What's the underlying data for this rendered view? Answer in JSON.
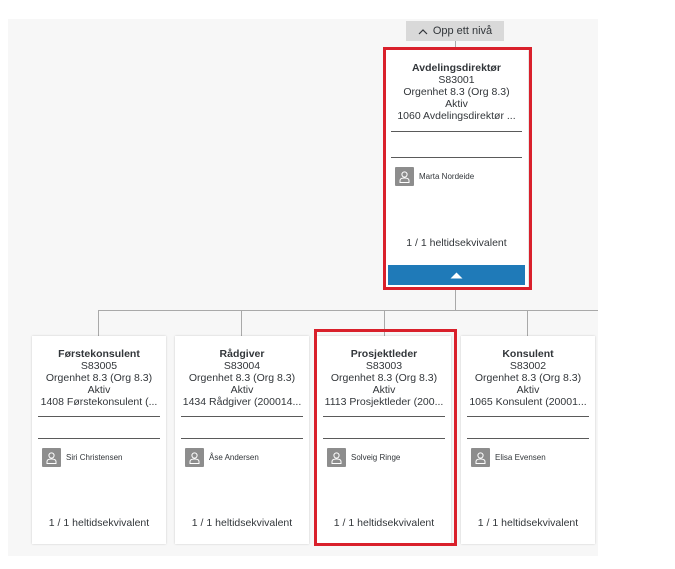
{
  "nav": {
    "up_label": "Opp ett nivå"
  },
  "root": {
    "title": "Avdelingsdirektør",
    "code": "S83001",
    "org": "Orgenhet 8.3 (Org 8.3)",
    "status": "Aktiv",
    "job": "1060 Avdelingsdirektør ...",
    "person": "Marta Nordeide",
    "fte": "1 / 1 heltidsekvivalent"
  },
  "children": [
    {
      "title": "Førstekonsulent",
      "code": "S83005",
      "org": "Orgenhet 8.3 (Org 8.3)",
      "status": "Aktiv",
      "job": "1408 Førstekonsulent (...",
      "person": "Siri Christensen",
      "fte": "1 / 1 heltidsekvivalent"
    },
    {
      "title": "Rådgiver",
      "code": "S83004",
      "org": "Orgenhet 8.3 (Org 8.3)",
      "status": "Aktiv",
      "job": "1434 Rådgiver (200014...",
      "person": "Åse Andersen",
      "fte": "1 / 1 heltidsekvivalent"
    },
    {
      "title": "Prosjektleder",
      "code": "S83003",
      "org": "Orgenhet 8.3 (Org 8.3)",
      "status": "Aktiv",
      "job": "1113 Prosjektleder (200...",
      "person": "Solveig Ringe",
      "fte": "1 / 1 heltidsekvivalent"
    },
    {
      "title": "Konsulent",
      "code": "S83002",
      "org": "Orgenhet 8.3 (Org 8.3)",
      "status": "Aktiv",
      "job": "1065 Konsulent (20001...",
      "person": "Elisa Evensen",
      "fte": "1 / 1 heltidsekvivalent"
    }
  ],
  "colors": {
    "accent": "#1f7ab8",
    "highlight": "#d9202b",
    "avatar": "#8d8d8d"
  }
}
